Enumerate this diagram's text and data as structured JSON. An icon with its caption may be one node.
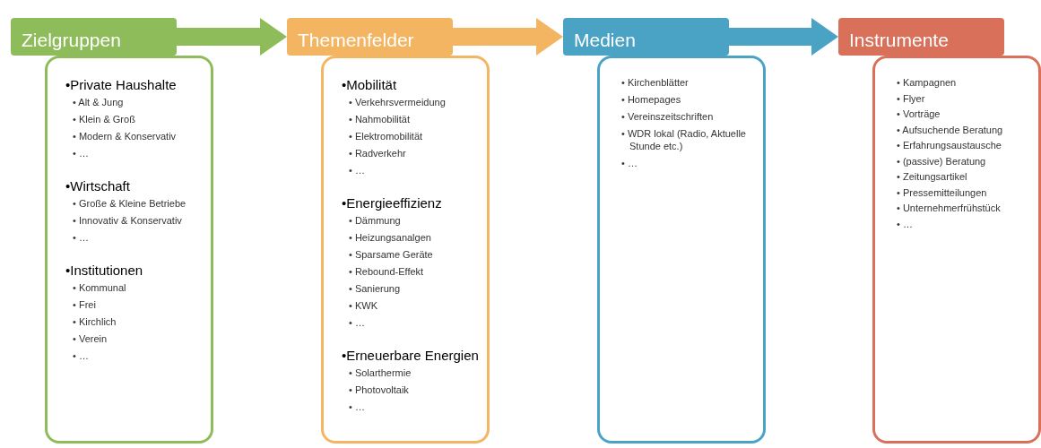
{
  "diagram": {
    "nodes": [
      {
        "text": [
          "Zielgruppen"
        ]
      },
      {
        "text": [],
        "shape": "box"
      },
      {
        "text": [
          "•Private Haushalte",
          "• Alt & Jung",
          "• Klein & Groß",
          "• Modern & Konservativ",
          "• …"
        ],
        "in": 1
      },
      {
        "text": [
          "•Wirtschaft",
          "• Große & Kleine Betriebe",
          "• Innovativ & Konservativ",
          "• …"
        ],
        "in": 1
      },
      {
        "text": [
          "•Institutionen",
          "• Kommunal",
          "• Frei",
          "• Kirchlich",
          "• Verein",
          "• …"
        ],
        "in": 1
      },
      {
        "text": [
          "Themenfelder"
        ]
      },
      {
        "text": [],
        "shape": "box"
      },
      {
        "text": [
          "•Mobilität",
          "• Verkehrsvermeidung",
          "• Nahmobilität",
          "• Elektromobilität",
          "• Radverkehr",
          "• …"
        ],
        "in": 6
      },
      {
        "text": [
          "•Energieeffizienz",
          "• Dämmung",
          "• Heizungsanalgen",
          "• Sparsame Geräte",
          "• Rebound-Effekt",
          "• Sanierung",
          "• KWK",
          "• …"
        ],
        "in": 6
      },
      {
        "text": [
          "•Erneuerbare Energien",
          "• Solarthermie",
          "• Photovoltaik",
          "• …"
        ],
        "in": 6
      },
      {
        "text": [
          "Medien"
        ]
      },
      {
        "text": [
          "• Kirchenblätter",
          "• Homepages",
          "• Vereinszeitschriften",
          "• WDR lokal (Radio, Aktuelle Stunde etc.)",
          "• …"
        ]
      },
      {
        "text": [
          "Instrumente"
        ]
      },
      {
        "text": [
          "• Kampagnen",
          "• Flyer",
          "• Vorträge",
          "• Aufsuchende Beratung",
          "• Erfahrungsaustausche",
          "• (passive) Beratung",
          "• Zeitungsartikel",
          "• Pressemitteilungen",
          "• Unternehmerfrühstück",
          "• …"
        ]
      }
    ],
    "edges": [
      {
        "from": 0,
        "to": 5,
        "arrow": "to",
        "color": "#8fbc5a"
      },
      {
        "from": 5,
        "to": 10,
        "arrow": "to",
        "color": "#f4b562"
      },
      {
        "from": 10,
        "to": 12,
        "arrow": "to",
        "color": "#4aa3c4"
      }
    ]
  }
}
